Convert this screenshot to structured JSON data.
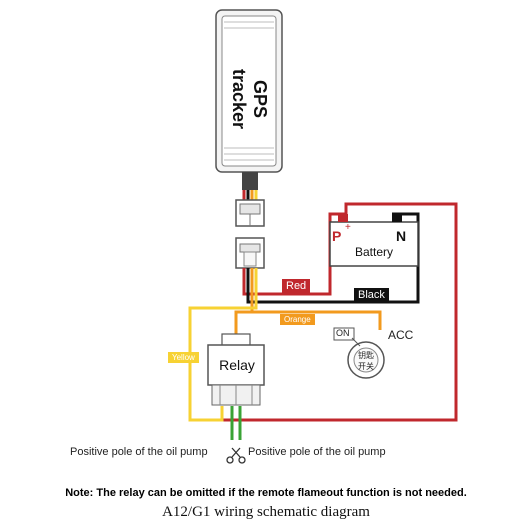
{
  "device": {
    "label": "GPS tracker"
  },
  "battery": {
    "label": "Battery",
    "positive_symbol": "P",
    "positive_mark": "+",
    "negative_symbol": "N"
  },
  "relay": {
    "label": "Relay"
  },
  "wires": {
    "red": {
      "label": "Red",
      "color": "#c0282d"
    },
    "black": {
      "label": "Black",
      "color": "#111111"
    },
    "orange": {
      "label": "Orange",
      "color": "#f29a1e"
    },
    "yellow": {
      "label": "Yellow",
      "color": "#f7d233"
    },
    "green": {
      "color": "#3aa335"
    }
  },
  "switch": {
    "on_label": "ON",
    "acc_label": "ACC",
    "key_text_1": "钥匙",
    "key_text_2": "开关"
  },
  "oil_pump": {
    "left_label": "Positive pole of the oil pump",
    "right_label": "Positive pole of the oil pump"
  },
  "note": "Note: The relay can be omitted if the remote flameout function is not needed.",
  "caption": "A12/G1 wiring schematic diagram"
}
